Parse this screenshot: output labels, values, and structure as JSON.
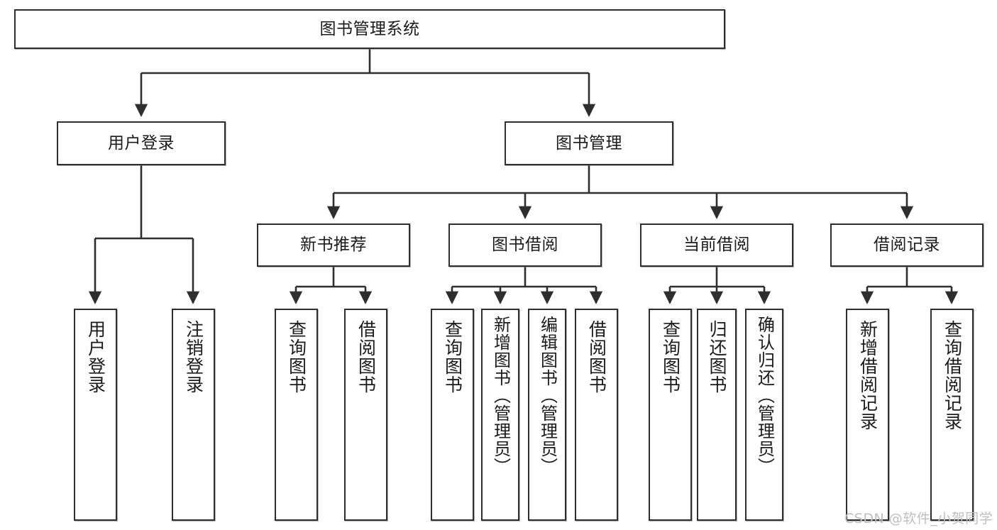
{
  "diagram": {
    "type": "tree",
    "title": "图书管理系统",
    "root": {
      "label": "图书管理系统"
    },
    "level2": [
      {
        "label": "用户登录"
      },
      {
        "label": "图书管理"
      }
    ],
    "level3": [
      {
        "label": "新书推荐"
      },
      {
        "label": "图书借阅"
      },
      {
        "label": "当前借阅"
      },
      {
        "label": "借阅记录"
      }
    ],
    "leaves": {
      "user_login": [
        {
          "label": "用户登录"
        },
        {
          "label": "注销登录"
        }
      ],
      "new_book_recommend": [
        {
          "label": "查询图书"
        },
        {
          "label": "借阅图书"
        }
      ],
      "book_borrow": [
        {
          "label": "查询图书"
        },
        {
          "label": "新增图书（管理员）"
        },
        {
          "label": "编辑图书（管理员）"
        },
        {
          "label": "借阅图书"
        }
      ],
      "current_borrow": [
        {
          "label": "查询图书"
        },
        {
          "label": "归还图书"
        },
        {
          "label": "确认归还（管理员）"
        }
      ],
      "borrow_record": [
        {
          "label": "新增借阅记录"
        },
        {
          "label": "查询借阅记录"
        }
      ]
    }
  },
  "watermark": {
    "text": "CSDN @软件_小贺同学"
  },
  "colors": {
    "stroke": "#2e2e2e",
    "fill": "#ffffff",
    "text": "#1b1b1b",
    "watermark": "#bfbfbf"
  }
}
